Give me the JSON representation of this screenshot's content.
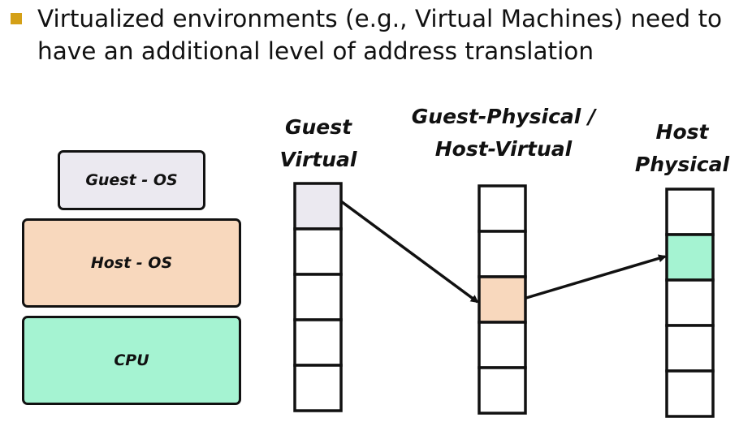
{
  "bullet": {
    "text": "Virtualized environments (e.g., Virtual Machines) need to\nhave an additional level of address translation",
    "color": "#d4a017"
  },
  "stack": [
    {
      "label": "Guest - OS",
      "color": "#ebe9f0"
    },
    {
      "label": "Host - OS",
      "color": "#f8d8bd"
    },
    {
      "label": "CPU",
      "color": "#a5f3d2"
    }
  ],
  "columns": [
    {
      "label": "Guest\nVirtual",
      "cells": 5,
      "highlight": 0,
      "highlight_color": "#ebe9f0"
    },
    {
      "label": "Guest-Physical /\nHost-Virtual",
      "cells": 5,
      "highlight": 2,
      "highlight_color": "#f8d8bd"
    },
    {
      "label": "Host\nPhysical",
      "cells": 5,
      "highlight": 1,
      "highlight_color": "#a5f3d2"
    }
  ],
  "arrows": [
    {
      "from": "Guest Virtual",
      "to": "Guest-Physical / Host-Virtual"
    },
    {
      "from": "Guest-Physical / Host-Virtual",
      "to": "Host Physical"
    }
  ]
}
